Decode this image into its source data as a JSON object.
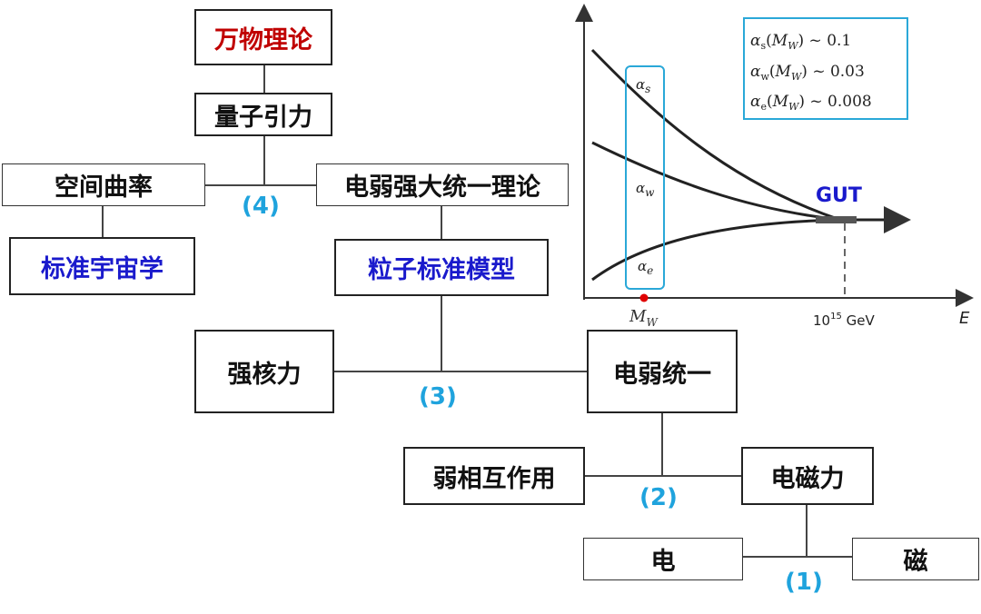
{
  "nodes": {
    "toe": "万物理论",
    "quantum_gravity": "量子引力",
    "spacetime_curvature": "空间曲率",
    "electroweak_gut": "电弱强大统一理论",
    "standard_cosmology": "标准宇宙学",
    "standard_model": "粒子标准模型",
    "strong_force": "强核力",
    "electroweak": "电弱统一",
    "weak_interaction": "弱相互作用",
    "electromagnetism": "电磁力",
    "electricity": "电",
    "magnetism": "磁"
  },
  "steps": {
    "s1": "(1)",
    "s2": "(2)",
    "s3": "(3)",
    "s4": "(4)"
  },
  "colors": {
    "highlight_red": "#c00000",
    "highlight_blue": "#1a1acc",
    "step_blue": "#1fa3dd",
    "chart_frame": "#2aa8d8"
  },
  "chart_data": {
    "type": "line",
    "series": [
      {
        "name": "α_s",
        "trend": "decreasing"
      },
      {
        "name": "α_w",
        "trend": "decreasing"
      },
      {
        "name": "α_e",
        "trend": "increasing"
      }
    ],
    "converge_label": "GUT",
    "xlabel": "E",
    "x_ticks": [
      "M_W",
      "10^15 GeV"
    ],
    "legend": [
      "αs(MW) ~ 0.1",
      "αw(MW) ~ 0.03",
      "αe(MW) ~ 0.008"
    ]
  }
}
